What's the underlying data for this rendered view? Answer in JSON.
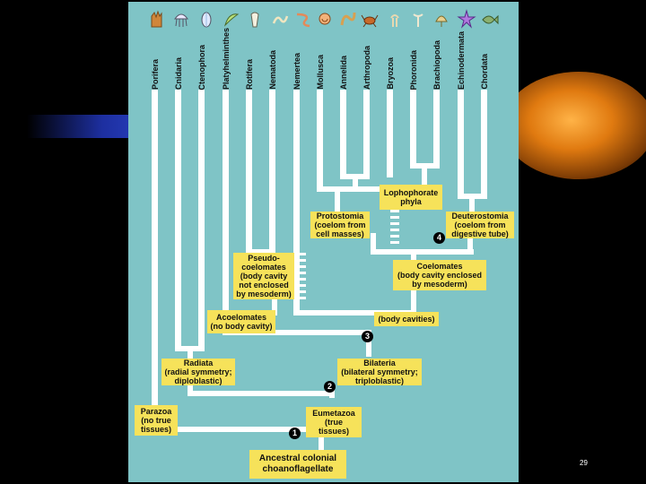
{
  "slide": {
    "page_number": "29"
  },
  "icons": [
    "sponge-icon",
    "jellyfish-icon",
    "comb-jelly-icon",
    "flatworm-icon",
    "rotifer-icon",
    "roundworm-icon",
    "ribbon-worm-icon",
    "snail-icon",
    "segmented-worm-icon",
    "crab-icon",
    "bryozoan-icon",
    "phoronid-icon",
    "lamp-shell-icon",
    "sea-star-icon",
    "fish-icon"
  ],
  "phyla": [
    "Porifera",
    "Cnidaria",
    "Ctenophora",
    "Platyhelminthes",
    "Rotifera",
    "Nematoda",
    "Nemertea",
    "Mollusca",
    "Annelida",
    "Arthropoda",
    "Bryozoa",
    "Phoronida",
    "Brachiopoda",
    "Echinodermata",
    "Chordata"
  ],
  "groups": {
    "lophophorate": {
      "title": "Lophophorate",
      "sub": "phyla"
    },
    "protostomia": {
      "title": "Protostomia",
      "line2": "(coelom from",
      "line3": "cell masses)"
    },
    "deuterostomia": {
      "title": "Deuterostomia",
      "line2": "(coelom from",
      "line3": "digestive tube)"
    },
    "pseudocoelomates": {
      "line1": "Pseudo-",
      "line2": "coelomates",
      "line3": "(body cavity",
      "line4": "not enclosed",
      "line5": "by mesoderm)"
    },
    "coelomates": {
      "title": "Coelomates",
      "line2": "(body cavity enclosed",
      "line3": "by mesoderm)"
    },
    "acoelomates": {
      "title": "Acoelomates",
      "line2": "(no body cavity)"
    },
    "body_cavities": {
      "title": "(body cavities)"
    },
    "radiata": {
      "title": "Radiata",
      "line2": "(radial symmetry;",
      "line3": "diploblastic)"
    },
    "bilateria": {
      "title": "Bilateria",
      "line2": "(bilateral symmetry;",
      "line3": "triploblastic)"
    },
    "parazoa": {
      "title": "Parazoa",
      "line2": "(no true",
      "line3": "tissues)"
    },
    "eumetazoa": {
      "title": "Eumetazoa",
      "line2": "(true",
      "line3": "tissues)"
    },
    "ancestor": {
      "line1": "Ancestral colonial",
      "line2": "choanoflagellate"
    }
  },
  "badges": {
    "b1": "1",
    "b2": "2",
    "b3": "3",
    "b4": "4"
  },
  "colors": {
    "panel": "#7fc4c6",
    "branch": "#ffffff",
    "box": "#f6e25a",
    "background": "#000000"
  }
}
